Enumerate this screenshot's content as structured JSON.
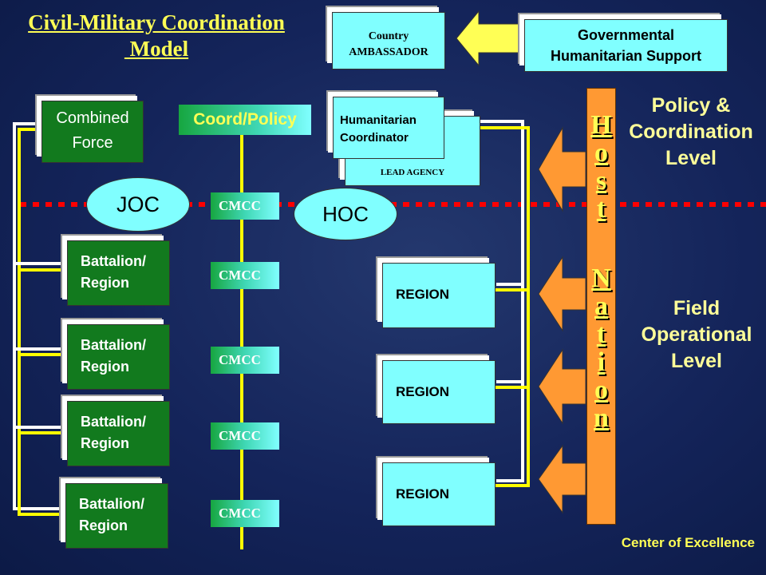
{
  "title": {
    "line1": "Civil-Military Coordination",
    "line2": " Model"
  },
  "country_ambassador": {
    "line1": "Country",
    "line2": "AMBASSADOR"
  },
  "governmental_support": {
    "line1": "Governmental",
    "line2": "Humanitarian Support"
  },
  "combined_force": {
    "line1": "Combined",
    "line2": "Force"
  },
  "coord_policy": "Coord/Policy",
  "humanitarian_coordinator": {
    "line1": "Humanitarian",
    "line2": "Coordinator"
  },
  "lead_agency": "LEAD AGENCY",
  "joc": "JOC",
  "hoc": "HOC",
  "battalions": [
    {
      "line1": "Battalion/",
      "line2": "Region"
    },
    {
      "line1": "Battalion/",
      "line2": "Region"
    },
    {
      "line1": "Battalion/",
      "line2": "Region"
    },
    {
      "line1": "Battalion/",
      "line2": "Region"
    }
  ],
  "cmcc_labels": [
    "CMCC",
    "CMCC",
    "CMCC",
    "CMCC",
    "CMCC"
  ],
  "regions": [
    "REGION",
    "REGION",
    "REGION"
  ],
  "host_nation": {
    "word1": [
      "H",
      "o",
      "s",
      "t"
    ],
    "word2": [
      "N",
      "a",
      "t",
      "i",
      "o",
      "n"
    ]
  },
  "policy_level": {
    "line1": "Policy &",
    "line2": "Coordination",
    "line3": "Level"
  },
  "field_level": {
    "line1": "Field",
    "line2": "Operational",
    "line3": "Level"
  },
  "footer": "Center of Excellence",
  "colors": {
    "green": "#127a1e",
    "cyan": "#80ffff",
    "orange": "#ff9933",
    "yellow": "#ffff55",
    "divider": "#ff0000"
  }
}
